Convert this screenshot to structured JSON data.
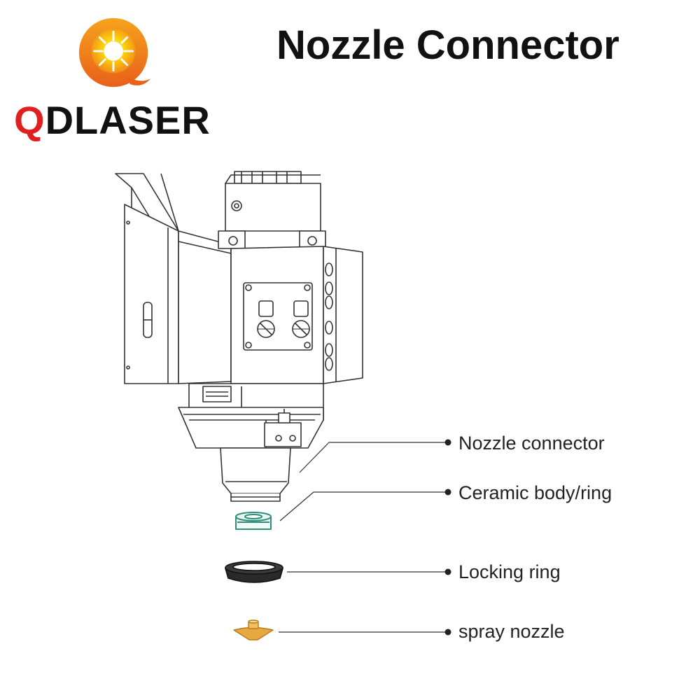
{
  "brand": {
    "name_first": "Q",
    "name_rest": "DLASER",
    "logo_icon": "qd-sun-logo-icon",
    "colors": {
      "red": "#e02020",
      "orange": "#f39a1c",
      "yellow": "#fdd20a"
    }
  },
  "title": "Nozzle Connector",
  "callouts": [
    {
      "label": "Nozzle connector"
    },
    {
      "label": "Ceramic body/ring"
    },
    {
      "label": "Locking ring"
    },
    {
      "label": "spray nozzle"
    }
  ],
  "colors": {
    "ceramic_ring": "#2f8f7a",
    "locking_ring": "#222222",
    "spray_nozzle": "#e8a840",
    "line_art": "#333333"
  }
}
